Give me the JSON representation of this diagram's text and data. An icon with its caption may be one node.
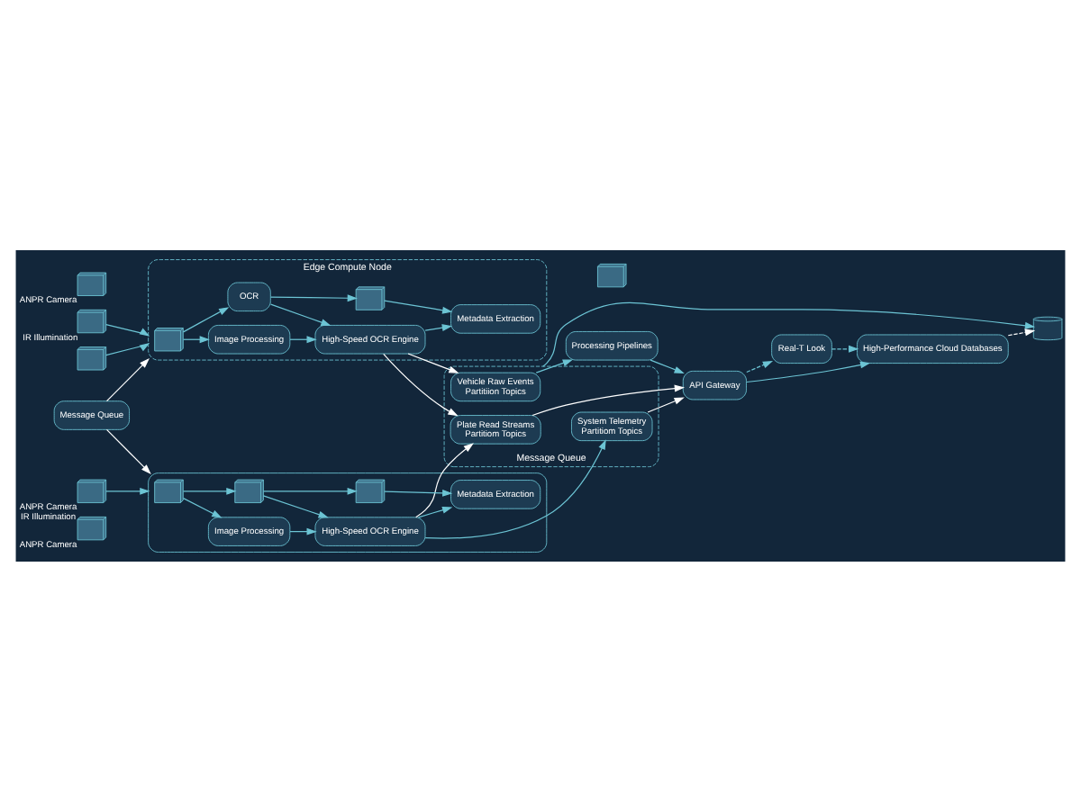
{
  "diagram": {
    "nodes": [
      {
        "text": [],
        "shape": "picture",
        "beside": [
          "ANPR Camera"
        ]
      },
      {
        "text": [],
        "shape": "picture",
        "beside": [
          "IR Illumination"
        ]
      },
      {
        "text": [],
        "shape": "picture",
        "beside": [
          "ANPR Camera"
        ]
      },
      {
        "text": [],
        "shape": "picture"
      },
      {
        "text": [
          "Edge Compute Node"
        ]
      },
      {
        "text": [],
        "shape": "picture",
        "in": 4
      },
      {
        "text": [
          "Image Processing"
        ],
        "in": 4
      },
      {
        "text": [
          "OCR"
        ],
        "in": 4
      },
      {
        "text": [
          "High-Speed OCR Engine"
        ],
        "in": 4
      },
      {
        "text": [],
        "shape": "picture",
        "in": 4
      },
      {
        "text": [
          "Metadata Extraction"
        ],
        "in": 4
      },
      {
        "text": [],
        "shape": "picture"
      },
      {
        "text": [
          "Message Queue"
        ]
      },
      {
        "text": [
          "Message Queue"
        ]
      },
      {
        "text": [
          "Vehicle Raw Events",
          "Partitiion Topics"
        ],
        "in": 13
      },
      {
        "text": [
          "Plate Read Streams",
          "Partitiom Topics"
        ],
        "in": 13
      },
      {
        "text": [
          "System Telemetry",
          "Partitiom Topics"
        ],
        "in": 13
      },
      {
        "text": [
          "Processing Pipelines"
        ]
      },
      {
        "text": [
          "API Gateway"
        ]
      },
      {
        "text": [
          "Real-T Look"
        ]
      },
      {
        "text": [
          "High-Performance Cloud Databases"
        ]
      },
      {
        "text": [],
        "shape": "cylinder"
      },
      {
        "text": [],
        "shape": "picture",
        "beside": [
          "ANPR Camera",
          "IR Illumination"
        ]
      },
      {
        "text": [],
        "shape": "box"
      },
      {
        "text": [],
        "shape": "picture",
        "in": 23
      },
      {
        "text": [
          "Image Processing"
        ],
        "in": 23
      },
      {
        "text": [],
        "shape": "picture",
        "in": 23
      },
      {
        "text": [
          "High-Speed OCR Engine"
        ],
        "in": 23
      },
      {
        "text": [],
        "shape": "picture",
        "in": 23
      },
      {
        "text": [
          "Metadata Extraction"
        ],
        "in": 23
      }
    ],
    "edges": [
      {
        "from": 1,
        "to": 4,
        "arrow": "to"
      },
      {
        "from": 3,
        "to": 4,
        "arrow": "to"
      },
      {
        "from": 5,
        "to": 6,
        "arrow": "to"
      },
      {
        "from": 5,
        "to": 7,
        "arrow": "to"
      },
      {
        "from": 7,
        "to": 8,
        "arrow": "to"
      },
      {
        "from": 6,
        "to": 8,
        "arrow": "to"
      },
      {
        "from": 7,
        "to": 9,
        "arrow": "to"
      },
      {
        "from": 8,
        "to": 10,
        "arrow": "to"
      },
      {
        "from": 9,
        "to": 10,
        "arrow": "to"
      },
      {
        "from": 8,
        "to": 14,
        "arrow": "to",
        "color": "#ffffff"
      },
      {
        "from": 8,
        "to": 15,
        "arrow": "to",
        "color": "#ffffff"
      },
      {
        "from": 12,
        "to": 4,
        "arrow": "to",
        "color": "#ffffff"
      },
      {
        "from": 12,
        "to": 23,
        "arrow": "to",
        "color": "#ffffff"
      },
      {
        "from": 22,
        "to": 23,
        "arrow": "to"
      },
      {
        "from": 24,
        "to": 25,
        "arrow": "to"
      },
      {
        "from": 24,
        "to": 26,
        "arrow": "to"
      },
      {
        "from": 26,
        "to": 27,
        "arrow": "to"
      },
      {
        "from": 25,
        "to": 27,
        "arrow": "to"
      },
      {
        "from": 26,
        "to": 28,
        "arrow": "to"
      },
      {
        "from": 27,
        "to": 29,
        "arrow": "to"
      },
      {
        "from": 28,
        "to": 29,
        "arrow": "to"
      },
      {
        "from": 27,
        "to": 15,
        "arrow": "to",
        "color": "#ffffff"
      },
      {
        "from": 27,
        "to": 16,
        "arrow": "to"
      },
      {
        "from": 14,
        "to": 17,
        "arrow": "to"
      },
      {
        "from": 15,
        "to": 18,
        "arrow": "to",
        "color": "#ffffff"
      },
      {
        "from": 16,
        "to": 18,
        "arrow": "to",
        "color": "#ffffff"
      },
      {
        "from": 17,
        "to": 18,
        "arrow": "to"
      },
      {
        "from": 18,
        "to": 19,
        "arrow": "to",
        "style": "dashed"
      },
      {
        "from": 18,
        "to": 20,
        "arrow": "to"
      },
      {
        "from": 19,
        "to": 20,
        "arrow": "to",
        "style": "dashed"
      },
      {
        "from": 13,
        "to": 21,
        "arrow": "to"
      },
      {
        "from": 20,
        "to": 21,
        "arrow": "to",
        "style": "dashed",
        "color": "#ffffff"
      }
    ]
  }
}
